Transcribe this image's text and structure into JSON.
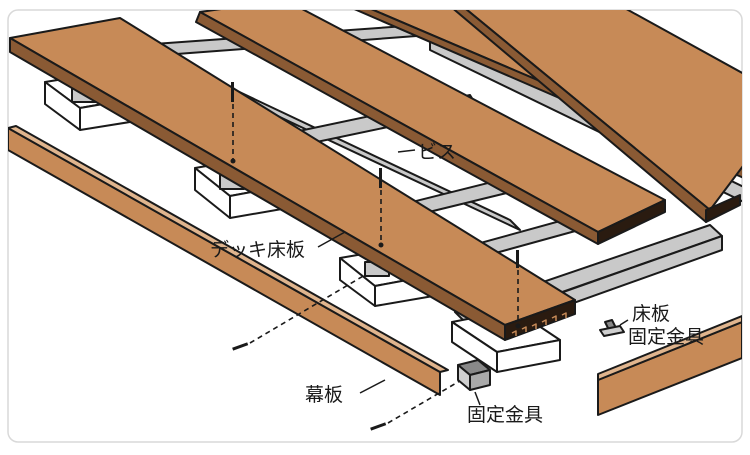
{
  "colors": {
    "frame_border": "#d9d9d9",
    "background": "#ffffff",
    "deck_wood": "#c78a57",
    "deck_edge": "#2a1b10",
    "joist_gray": "#c9c9c9",
    "block_white": "#ffffff",
    "outline": "#1a1a1a"
  },
  "labels": {
    "screw": "ビス",
    "deck_board": "デッキ床板",
    "fascia": "幕板",
    "fixing_bracket": "固定金具",
    "floor_fixing_line1": "床板",
    "floor_fixing_line2": "固定金具"
  },
  "icons": {
    "screw": "screw-icon",
    "bracket": "bracket-icon"
  }
}
